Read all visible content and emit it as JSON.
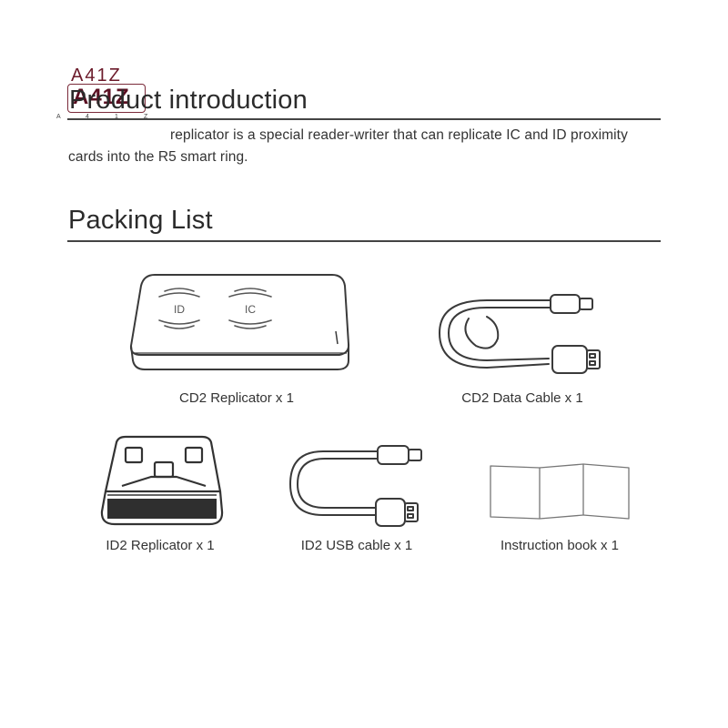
{
  "logo": {
    "top_text": "A41Z",
    "main_text": "A41Z",
    "sub_letters": [
      "A",
      "4",
      "1",
      "Z"
    ]
  },
  "intro": {
    "title": "Product introduction",
    "line1": "replicator is a special reader-writer that can replicate IC and ID proximity",
    "line2": "cards into the R5 smart ring."
  },
  "packing": {
    "title": "Packing List",
    "items": [
      {
        "caption": "CD2 Replicator x 1",
        "icon": "card-reader-icon"
      },
      {
        "caption": "CD2 Data Cable x 1",
        "icon": "coiled-cable-icon"
      },
      {
        "caption": "ID2 Replicator x 1",
        "icon": "id-reader-icon"
      },
      {
        "caption": "ID2 USB cable x 1",
        "icon": "usb-cable-icon"
      },
      {
        "caption": "Instruction book x 1",
        "icon": "folded-booklet-icon"
      }
    ]
  },
  "reader_labels": {
    "left": "ID",
    "right": "IC"
  },
  "colors": {
    "logo": "#5a0f22",
    "text": "#2a2a2a",
    "rule": "#444444"
  }
}
